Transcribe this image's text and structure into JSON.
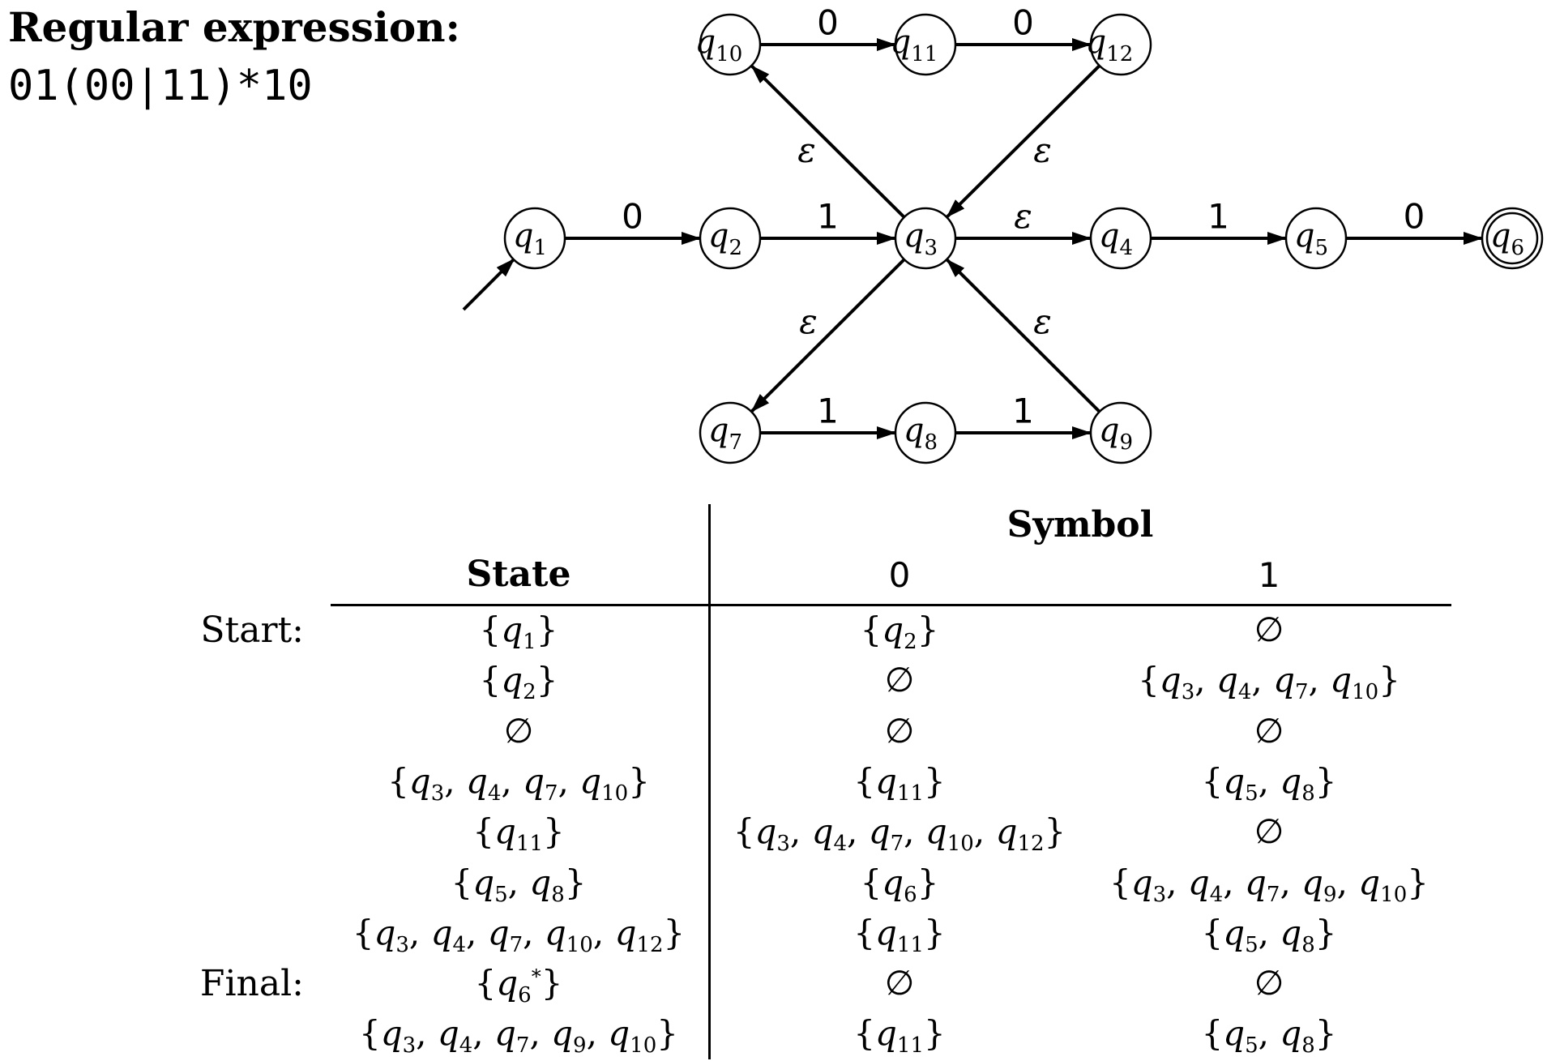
{
  "regex": {
    "heading": "Regular expression:",
    "value": "01(00|11)*10"
  },
  "states": [
    {
      "id": "q1",
      "num": "1"
    },
    {
      "id": "q2",
      "num": "2"
    },
    {
      "id": "q3",
      "num": "3"
    },
    {
      "id": "q4",
      "num": "4"
    },
    {
      "id": "q5",
      "num": "5"
    },
    {
      "id": "q6",
      "num": "6",
      "accepting": true
    },
    {
      "id": "q7",
      "num": "7"
    },
    {
      "id": "q8",
      "num": "8"
    },
    {
      "id": "q9",
      "num": "9"
    },
    {
      "id": "q10",
      "num": "10"
    },
    {
      "id": "q11",
      "num": "11"
    },
    {
      "id": "q12",
      "num": "12"
    }
  ],
  "start_state": "q1",
  "transitions": [
    {
      "from": "q1",
      "to": "q2",
      "label": "0"
    },
    {
      "from": "q2",
      "to": "q3",
      "label": "1"
    },
    {
      "from": "q3",
      "to": "q4",
      "label": "ε"
    },
    {
      "from": "q4",
      "to": "q5",
      "label": "1"
    },
    {
      "from": "q5",
      "to": "q6",
      "label": "0"
    },
    {
      "from": "q10",
      "to": "q11",
      "label": "0"
    },
    {
      "from": "q11",
      "to": "q12",
      "label": "0"
    },
    {
      "from": "q3",
      "to": "q10",
      "label": "ε"
    },
    {
      "from": "q12",
      "to": "q3",
      "label": "ε"
    },
    {
      "from": "q7",
      "to": "q8",
      "label": "1"
    },
    {
      "from": "q8",
      "to": "q9",
      "label": "1"
    },
    {
      "from": "q3",
      "to": "q7",
      "label": "ε"
    },
    {
      "from": "q9",
      "to": "q3",
      "label": "ε"
    }
  ],
  "table": {
    "symbol_header": "Symbol",
    "state_header": "State",
    "symbols": [
      "0",
      "1"
    ],
    "rows": [
      {
        "label": "Start:",
        "state": [
          {
            "q": "1"
          }
        ],
        "on0": [
          {
            "q": "2"
          }
        ],
        "on1": []
      },
      {
        "label": "",
        "state": [
          {
            "q": "2"
          }
        ],
        "on0": [],
        "on1": [
          {
            "q": "3"
          },
          {
            "q": "4"
          },
          {
            "q": "7"
          },
          {
            "q": "10"
          }
        ]
      },
      {
        "label": "",
        "state": [],
        "on0": [],
        "on1": []
      },
      {
        "label": "",
        "state": [
          {
            "q": "3"
          },
          {
            "q": "4"
          },
          {
            "q": "7"
          },
          {
            "q": "10"
          }
        ],
        "on0": [
          {
            "q": "11"
          }
        ],
        "on1": [
          {
            "q": "5"
          },
          {
            "q": "8"
          }
        ]
      },
      {
        "label": "",
        "state": [
          {
            "q": "11"
          }
        ],
        "on0": [
          {
            "q": "3"
          },
          {
            "q": "4"
          },
          {
            "q": "7"
          },
          {
            "q": "10"
          },
          {
            "q": "12"
          }
        ],
        "on1": []
      },
      {
        "label": "",
        "state": [
          {
            "q": "5"
          },
          {
            "q": "8"
          }
        ],
        "on0": [
          {
            "q": "6"
          }
        ],
        "on1": [
          {
            "q": "3"
          },
          {
            "q": "4"
          },
          {
            "q": "7"
          },
          {
            "q": "9"
          },
          {
            "q": "10"
          }
        ]
      },
      {
        "label": "",
        "state": [
          {
            "q": "3"
          },
          {
            "q": "4"
          },
          {
            "q": "7"
          },
          {
            "q": "10"
          },
          {
            "q": "12"
          }
        ],
        "on0": [
          {
            "q": "11"
          }
        ],
        "on1": [
          {
            "q": "5"
          },
          {
            "q": "8"
          }
        ]
      },
      {
        "label": "Final:",
        "state": [
          {
            "q": "6",
            "mark": "*"
          }
        ],
        "on0": [],
        "on1": []
      },
      {
        "label": "",
        "state": [
          {
            "q": "3"
          },
          {
            "q": "4"
          },
          {
            "q": "7"
          },
          {
            "q": "9"
          },
          {
            "q": "10"
          }
        ],
        "on0": [
          {
            "q": "11"
          }
        ],
        "on1": [
          {
            "q": "5"
          },
          {
            "q": "8"
          }
        ]
      }
    ]
  }
}
